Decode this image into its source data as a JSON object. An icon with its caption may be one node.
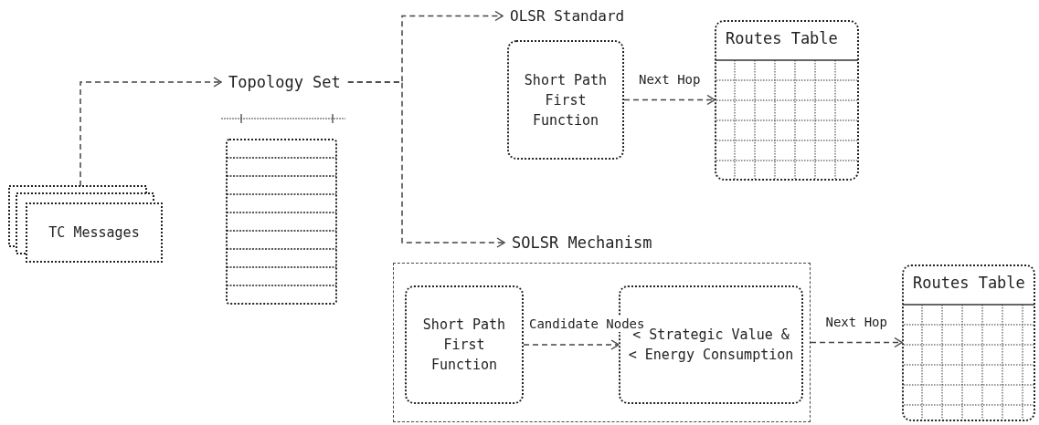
{
  "diagram": {
    "nodes": [
      {
        "text": [
          "TC Messages"
        ]
      },
      {
        "text": [
          "Topology Set"
        ]
      },
      {
        "text": [
          "OLSR Standard"
        ]
      },
      {
        "text": [
          "Short Path First Function"
        ]
      },
      {
        "text": [
          "Routes Table"
        ]
      },
      {
        "text": [
          "SOLSR Mechanism"
        ]
      },
      {
        "text": [
          "Short Path First Function"
        ],
        "in": 5
      },
      {
        "text": [
          "< Strategic Value & < Energy Consumption"
        ],
        "in": 5
      },
      {
        "text": [
          "Routes Table"
        ]
      }
    ],
    "edges": [
      {
        "from": 0,
        "to": 1,
        "arrow": "to",
        "style": "dashed"
      },
      {
        "from": 1,
        "to": 2,
        "arrow": "to",
        "style": "dashed"
      },
      {
        "from": 1,
        "to": 5,
        "arrow": "to",
        "style": "dashed"
      },
      {
        "from": 3,
        "to": 4,
        "arrow": "to",
        "style": "dashed",
        "label": "Next Hop"
      },
      {
        "from": 6,
        "to": 7,
        "arrow": "to",
        "style": "dashed",
        "label": "Candidate Nodes"
      },
      {
        "from": 5,
        "to": 8,
        "arrow": "to",
        "style": "dashed",
        "label": "Next Hop"
      }
    ]
  }
}
